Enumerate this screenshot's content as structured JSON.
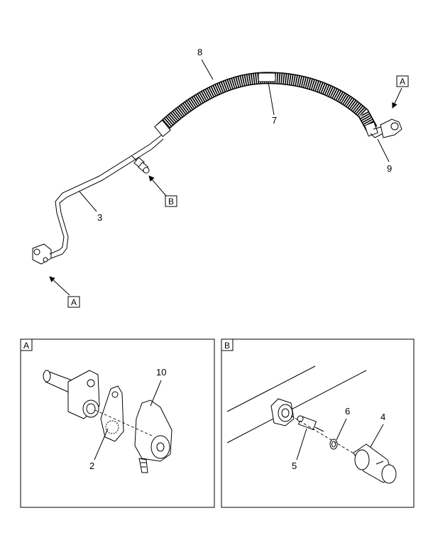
{
  "callouts": {
    "c8": "8",
    "c7": "7",
    "c9": "9",
    "c3": "3",
    "c10": "10",
    "c2": "2",
    "c6": "6",
    "c4": "4",
    "c5": "5"
  },
  "views": {
    "a_top": "A",
    "a_left": "A",
    "b_main": "B",
    "detail_a": "A",
    "detail_b": "B"
  },
  "colors": {
    "line": "#000000",
    "background": "#ffffff"
  }
}
